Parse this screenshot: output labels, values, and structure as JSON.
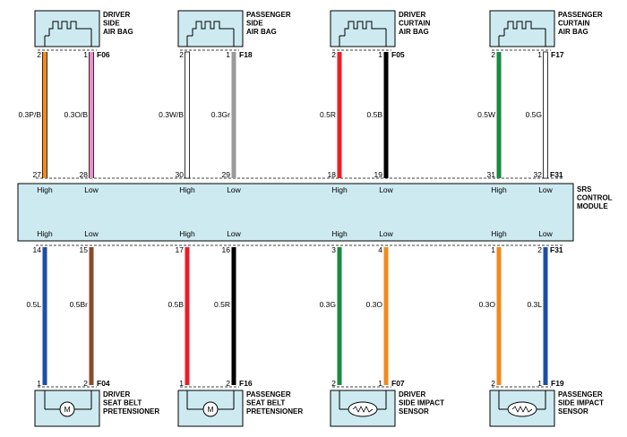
{
  "module": {
    "name_lines": [
      "SRS",
      "CONTROL",
      "MODULE"
    ],
    "top_connector": "F31",
    "bottom_connector": "F31",
    "fill": "#cdeaf0"
  },
  "top_components": [
    {
      "name_lines": [
        "DRIVER",
        "SIDE",
        "AIR BAG"
      ],
      "connector": "F06",
      "wires": [
        {
          "comp_pin": "2",
          "module_pin": "27",
          "label": "0.3P/B",
          "color": "#f08a1e",
          "stripe": "#000000",
          "term": "High"
        },
        {
          "comp_pin": "1",
          "module_pin": "28",
          "label": "0.3O/B",
          "color": "#ef8fc8",
          "stripe": "#000000",
          "term": "Low"
        }
      ]
    },
    {
      "name_lines": [
        "PASSENGER",
        "SIDE",
        "AIR BAG"
      ],
      "connector": "F18",
      "wires": [
        {
          "comp_pin": "2",
          "module_pin": "30",
          "label": "0.3W/B",
          "color": "#ffffff",
          "stripe": "#000000",
          "term": "High"
        },
        {
          "comp_pin": "1",
          "module_pin": "29",
          "label": "0.3Gr",
          "color": "#9a9a9a",
          "stripe": "",
          "term": "Low"
        }
      ]
    },
    {
      "name_lines": [
        "DRIVER",
        "CURTAIN",
        "AIR BAG"
      ],
      "connector": "F05",
      "wires": [
        {
          "comp_pin": "2",
          "module_pin": "18",
          "label": "0.5R",
          "color": "#ee1c24",
          "stripe": "",
          "term": "High"
        },
        {
          "comp_pin": "1",
          "module_pin": "19",
          "label": "0.5B",
          "color": "#000000",
          "stripe": "",
          "term": "Low"
        }
      ]
    },
    {
      "name_lines": [
        "PASSENGER",
        "CURTAIN",
        "AIR BAG"
      ],
      "connector": "F17",
      "wires": [
        {
          "comp_pin": "2",
          "module_pin": "31",
          "label": "0.5W",
          "color": "#1a8a3e",
          "stripe": "",
          "term": "High"
        },
        {
          "comp_pin": "1",
          "module_pin": "32",
          "label": "0.5G",
          "color": "#ffffff",
          "stripe": "",
          "term": "Low"
        }
      ]
    }
  ],
  "bottom_components": [
    {
      "name_lines": [
        "DRIVER",
        "SEAT BELT",
        "PRETENSIONER"
      ],
      "connector": "F04",
      "symbol": "M",
      "wires": [
        {
          "comp_pin": "1",
          "module_pin": "14",
          "label": "0.5L",
          "color": "#1f4ea3",
          "stripe": "",
          "term": "High"
        },
        {
          "comp_pin": "2",
          "module_pin": "15",
          "label": "0.5Br",
          "color": "#8a4a2a",
          "stripe": "",
          "term": "Low"
        }
      ]
    },
    {
      "name_lines": [
        "PASSENGER",
        "SEAT BELT",
        "PRETENSIONER"
      ],
      "connector": "F16",
      "symbol": "M",
      "wires": [
        {
          "comp_pin": "1",
          "module_pin": "17",
          "label": "0.5B",
          "color": "#ee1c24",
          "stripe": "",
          "term": "High"
        },
        {
          "comp_pin": "2",
          "module_pin": "16",
          "label": "0.5R",
          "color": "#000000",
          "stripe": "",
          "term": "Low"
        }
      ]
    },
    {
      "name_lines": [
        "DRIVER",
        "SIDE IMPACT",
        "SENSOR"
      ],
      "connector": "F07",
      "symbol": "resistor",
      "wires": [
        {
          "comp_pin": "2",
          "module_pin": "3",
          "label": "0.3G",
          "color": "#1a8a3e",
          "stripe": "",
          "term": "High"
        },
        {
          "comp_pin": "1",
          "module_pin": "4",
          "label": "0.3O",
          "color": "#f08a1e",
          "stripe": "",
          "term": "Low"
        }
      ]
    },
    {
      "name_lines": [
        "PASSENGER",
        "SIDE IMPACT",
        "SENSOR"
      ],
      "connector": "F19",
      "symbol": "resistor",
      "wires": [
        {
          "comp_pin": "2",
          "module_pin": "1",
          "label": "0.3O",
          "color": "#f08a1e",
          "stripe": "",
          "term": "High"
        },
        {
          "comp_pin": "1",
          "module_pin": "2",
          "label": "0.3L",
          "color": "#1f4ea3",
          "stripe": "",
          "term": "Low"
        }
      ]
    }
  ],
  "colors": {
    "box_fill": "#cdeaf0",
    "outline": "#000000"
  }
}
